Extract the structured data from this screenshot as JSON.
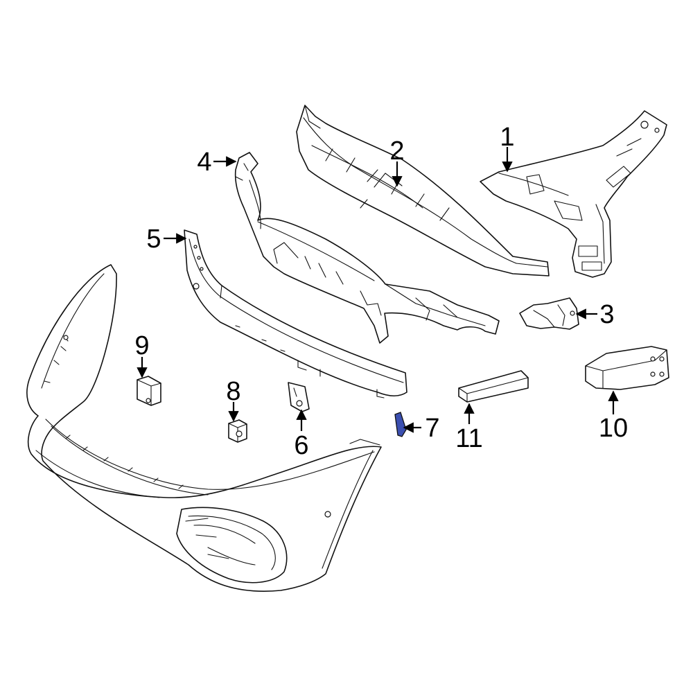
{
  "diagram": {
    "highlight_color": "#3b4fb0",
    "line_color": "#111111",
    "callouts": [
      {
        "id": "1",
        "label": "1"
      },
      {
        "id": "2",
        "label": "2"
      },
      {
        "id": "3",
        "label": "3"
      },
      {
        "id": "4",
        "label": "4"
      },
      {
        "id": "5",
        "label": "5"
      },
      {
        "id": "6",
        "label": "6"
      },
      {
        "id": "7",
        "label": "7"
      },
      {
        "id": "8",
        "label": "8"
      },
      {
        "id": "9",
        "label": "9"
      },
      {
        "id": "10",
        "label": "10"
      },
      {
        "id": "11",
        "label": "11"
      }
    ]
  }
}
